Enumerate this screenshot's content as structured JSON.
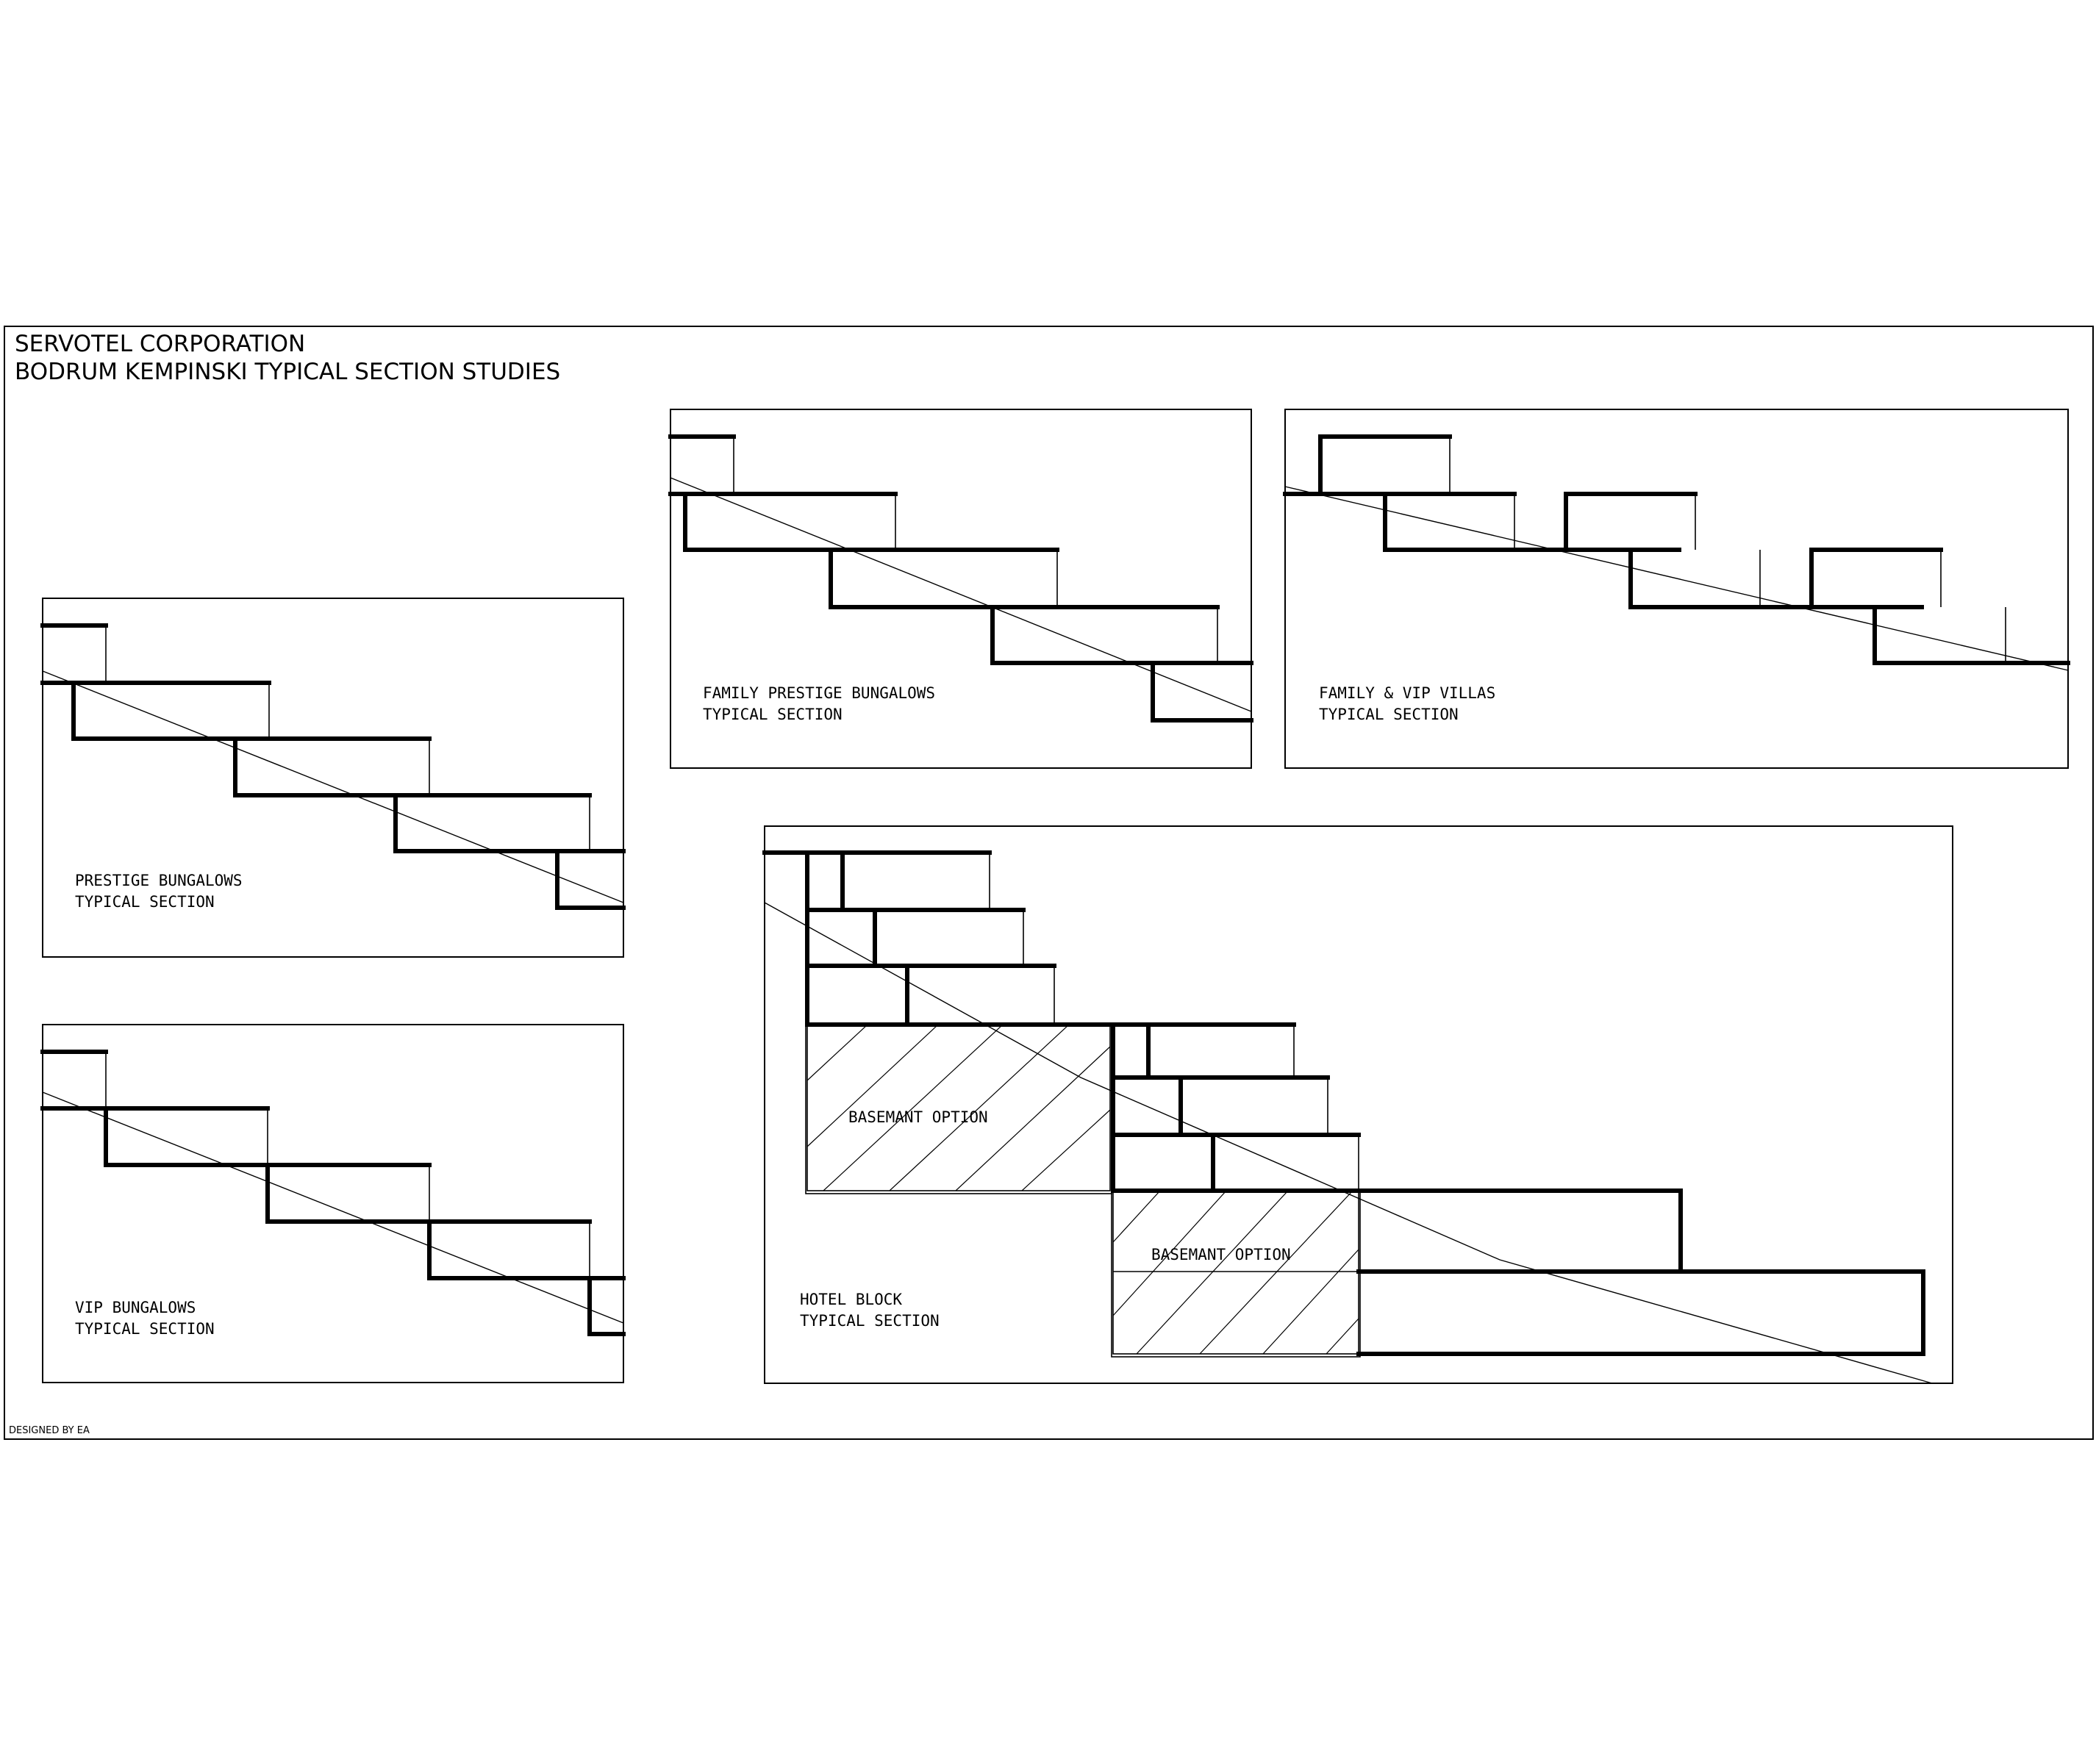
{
  "title": {
    "line1": "SERVOTEL CORPORATION",
    "line2": "BODRUM KEMPINSKI TYPICAL SECTION STUDIES"
  },
  "panels": {
    "prestige": {
      "line1": "PRESTIGE BUNGALOWS",
      "line2": "TYPICAL SECTION"
    },
    "vip": {
      "line1": "VIP BUNGALOWS",
      "line2": "TYPICAL SECTION"
    },
    "family_prestige": {
      "line1": "FAMILY PRESTIGE BUNGALOWS",
      "line2": "TYPICAL SECTION"
    },
    "family_vip": {
      "line1": "FAMILY & VIP VILLAS",
      "line2": "TYPICAL SECTION"
    },
    "hotel": {
      "line1": "HOTEL BLOCK",
      "line2": "TYPICAL SECTION",
      "basement_upper": "BASEMANT OPTION",
      "basement_lower": "BASEMANT OPTION"
    }
  },
  "footer": {
    "designed_by": "DESIGNED BY EA"
  }
}
